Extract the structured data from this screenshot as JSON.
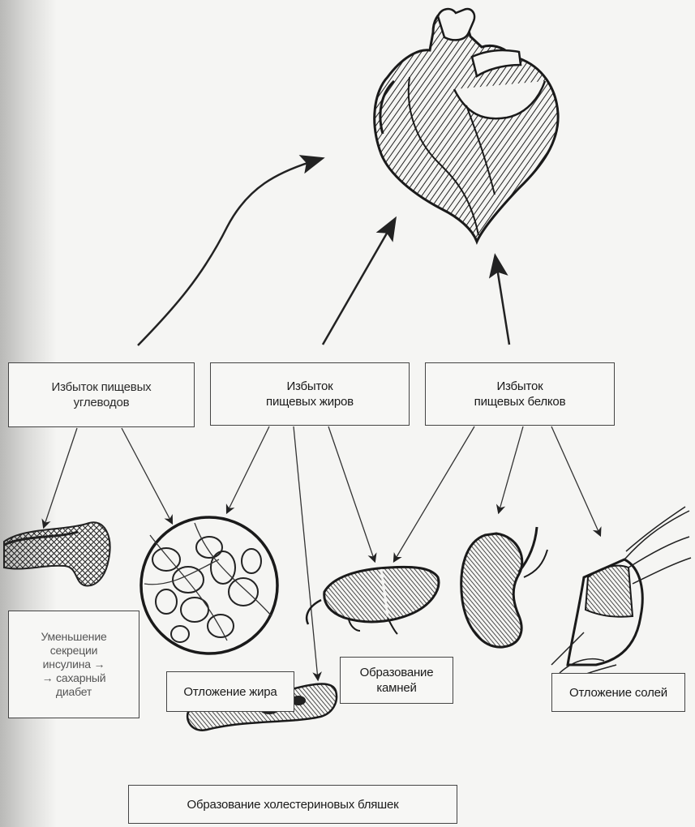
{
  "boxes": {
    "carbs": "Избыток пищевых\nуглеводов",
    "fats": "Избыток\nпищевых жиров",
    "proteins": "Избыток\nпищевых белков",
    "diabetes": "Уменьшение\nсекреции\nинсулина →\n→ сахарный\nдиабет",
    "fat_deposit": "Отложение жира",
    "stones": "Образование\nкамней",
    "salts": "Отложение солей",
    "plaques": "Образование холестериновых бляшек"
  }
}
